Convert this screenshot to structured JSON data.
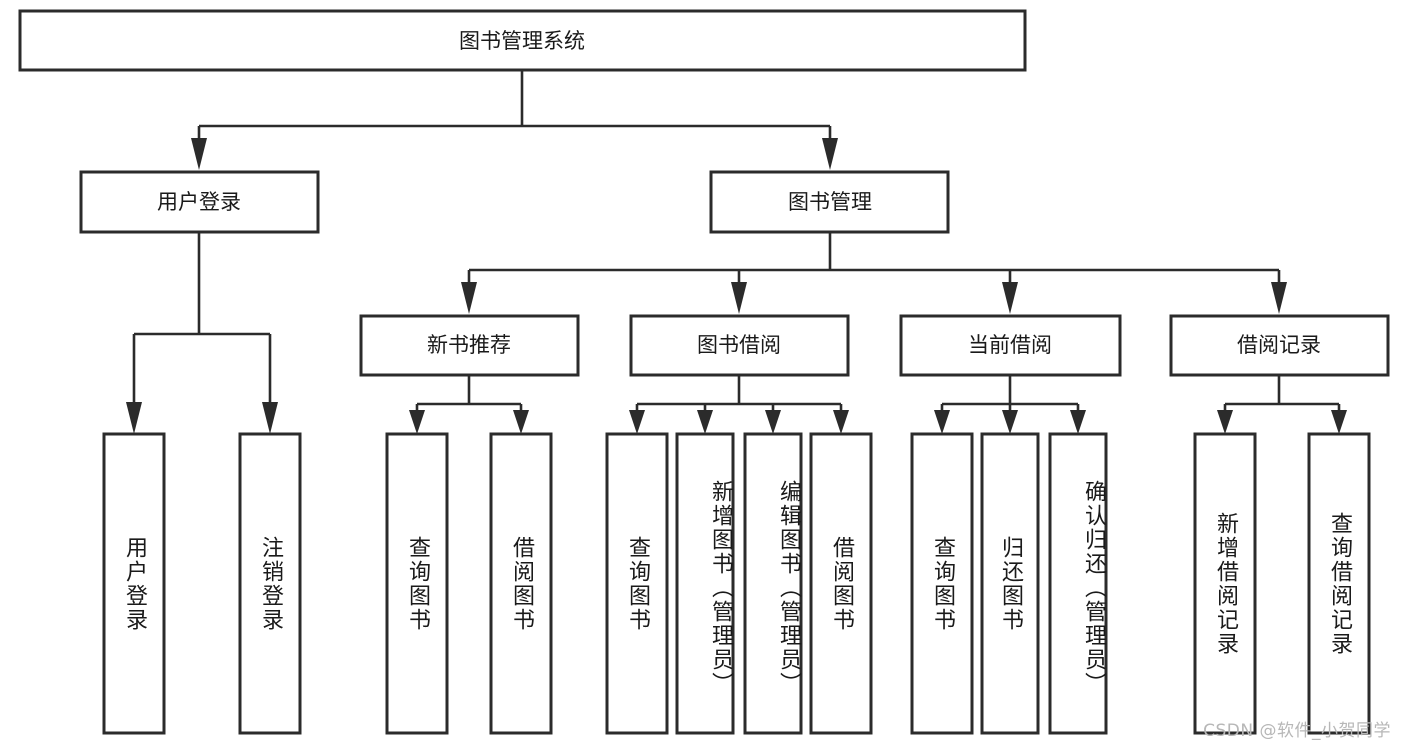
{
  "diagram": {
    "type": "tree-hierarchy",
    "title": "图书管理系统",
    "orientation": "top-down",
    "watermark": "CSDN @软件_小贺同学",
    "colors": {
      "box_stroke": "#2b2b2b",
      "box_fill": "#ffffff",
      "connector": "#2b2b2b",
      "text": "#1a1a1a",
      "background": "#ffffff",
      "watermark": "#b7b7b7"
    },
    "root": {
      "id": "root",
      "label": "图书管理系统"
    },
    "level2": [
      {
        "id": "user-login",
        "label": "用户登录"
      },
      {
        "id": "book-management",
        "label": "图书管理"
      }
    ],
    "level3": [
      {
        "id": "new-book-recommend",
        "label": "新书推荐",
        "parent": "book-management"
      },
      {
        "id": "book-borrow",
        "label": "图书借阅",
        "parent": "book-management"
      },
      {
        "id": "current-borrow",
        "label": "当前借阅",
        "parent": "book-management"
      },
      {
        "id": "borrow-record",
        "label": "借阅记录",
        "parent": "book-management"
      }
    ],
    "leaves": [
      {
        "id": "leaf-user-login",
        "label": "用户登录",
        "parent": "user-login"
      },
      {
        "id": "leaf-logout-login",
        "label": "注销登录",
        "parent": "user-login"
      },
      {
        "id": "leaf-query-book-1",
        "label": "查询图书",
        "parent": "new-book-recommend"
      },
      {
        "id": "leaf-borrow-book-1",
        "label": "借阅图书",
        "parent": "new-book-recommend"
      },
      {
        "id": "leaf-query-book-2",
        "label": "查询图书",
        "parent": "book-borrow"
      },
      {
        "id": "leaf-add-book",
        "label": "新增图书（管理员）",
        "parent": "book-borrow"
      },
      {
        "id": "leaf-edit-book",
        "label": "编辑图书（管理员）",
        "parent": "book-borrow"
      },
      {
        "id": "leaf-borrow-book-2",
        "label": "借阅图书",
        "parent": "book-borrow"
      },
      {
        "id": "leaf-query-book-3",
        "label": "查询图书",
        "parent": "current-borrow"
      },
      {
        "id": "leaf-return-book",
        "label": "归还图书",
        "parent": "current-borrow"
      },
      {
        "id": "leaf-confirm-return",
        "label": "确认归还（管理员）",
        "parent": "current-borrow"
      },
      {
        "id": "leaf-add-record",
        "label": "新增借阅记录",
        "parent": "borrow-record"
      },
      {
        "id": "leaf-query-record",
        "label": "查询借阅记录",
        "parent": "borrow-record"
      }
    ]
  }
}
